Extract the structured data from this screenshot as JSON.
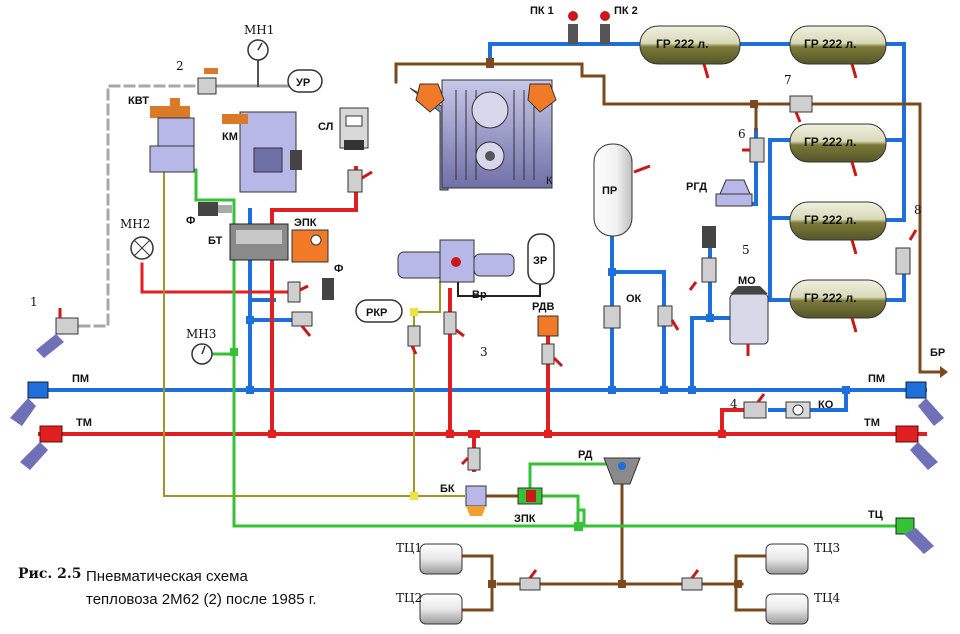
{
  "labels": {
    "mn1": "МН1",
    "mn2": "МН2",
    "mn3": "МН3",
    "ur": "УР",
    "kvt": "КВТ",
    "km": "КМ",
    "sl": "СЛ",
    "f_left": "Ф",
    "f_right": "Ф",
    "bt": "БТ",
    "epk": "ЭПК",
    "pk1": "ПК 1",
    "pk2": "ПК 2",
    "k": "К",
    "zr": "ЗР",
    "vr": "Вр",
    "rkr": "РКР",
    "rdv": "РДВ",
    "pr": "ПР",
    "ok": "ОК",
    "rgd": "РГД",
    "mo": "МО",
    "br": "БР",
    "pm_left": "ПМ",
    "pm_right": "ПМ",
    "tm_left": "ТМ",
    "tm_right": "ТМ",
    "ko": "КО",
    "rd": "РД",
    "bk": "БК",
    "zpk": "ЗПК",
    "tc": "ТЦ",
    "tc1": "ТЦ1",
    "tc2": "ТЦ2",
    "tc3": "ТЦ3",
    "tc4": "ТЦ4",
    "n1": "1",
    "n2": "2",
    "n3": "3",
    "n4": "4",
    "n5": "5",
    "n6": "6",
    "n7": "7",
    "n8": "8"
  },
  "tanks": [
    "ГР 222 л.",
    "ГР 222 л.",
    "ГР 222 л.",
    "ГР 222 л.",
    "ГР 222 л."
  ],
  "caption": {
    "fig": "Рис. 2.5",
    "line1": "Пневматическая схема",
    "line2": "тепловоза 2М62 (2) после 1985 г."
  },
  "colors": {
    "pm_line": "#1e6fd9",
    "tm_line": "#e02020",
    "brown_line": "#7a4a1c",
    "green_line": "#36c236",
    "olive_line": "#9a9a2a",
    "tank_fill": "#6b6b2e",
    "tank_top": "#ececd8",
    "valve_red": "#c81818",
    "device_blue": "#b8b8e8",
    "orange": "#f07a28",
    "dashed": "#a8a8a8"
  }
}
